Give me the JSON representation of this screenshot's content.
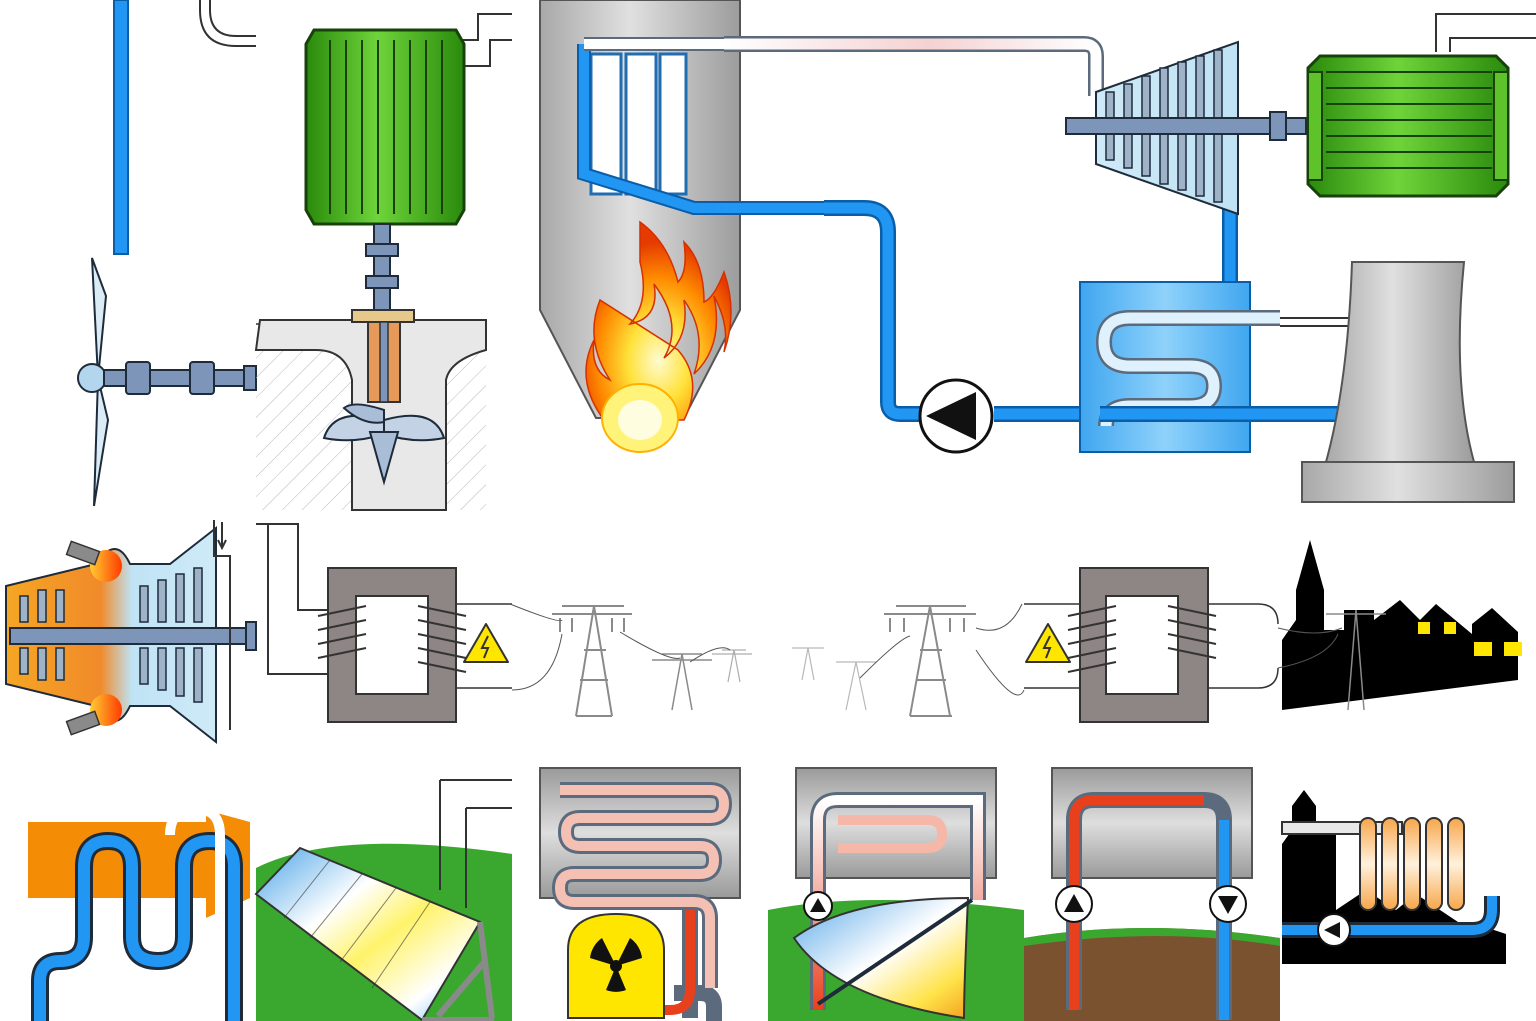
{
  "sheet": {
    "kind": "energy-generation clip-art tile sheet",
    "colors": {
      "water_cold": "#2196f3",
      "water_cold_dark": "#0a5ea8",
      "steam_hot": "#e8401c",
      "generator_green": "#4fbf1c",
      "generator_green_dark": "#1f6e07",
      "boiler_gray": "#b8b8b8",
      "transformer_gray": "#8e8585",
      "warning_yellow": "#ffe600",
      "ground_green": "#3aa82e",
      "soil_brown": "#7a5230",
      "heater_orange": "#f48c06"
    }
  },
  "tiles": [
    {
      "id": "water-pipe-stub",
      "icon": "pipe-icon"
    },
    {
      "id": "wind-turbine",
      "icon": "propeller-icon"
    },
    {
      "id": "hydro-turbine-generator",
      "icon": "kaplan-turbine-icon"
    },
    {
      "id": "fossil-boiler",
      "icon": "flame-icon"
    },
    {
      "id": "steam-cycle",
      "icon": "steam-turbine-icon"
    },
    {
      "id": "cooling-tower",
      "icon": "cooling-tower-icon"
    },
    {
      "id": "steam-turbine-cutaway",
      "icon": "turbine-icon"
    },
    {
      "id": "step-up-transformer",
      "icon": "high-voltage-warning-icon"
    },
    {
      "id": "transmission-line",
      "icon": "pylon-icon"
    },
    {
      "id": "step-down-transformer",
      "icon": "high-voltage-warning-icon"
    },
    {
      "id": "town-silhouette",
      "icon": "town-icon"
    },
    {
      "id": "heat-exchanger",
      "icon": "coil-icon"
    },
    {
      "id": "solar-panel",
      "icon": "solar-panel-icon"
    },
    {
      "id": "nuclear-reactor",
      "icon": "radiation-icon"
    },
    {
      "id": "solar-thermal-trough",
      "icon": "parabolic-trough-icon"
    },
    {
      "id": "geothermal",
      "icon": "geothermal-icon"
    },
    {
      "id": "district-heating",
      "icon": "radiator-icon"
    }
  ]
}
